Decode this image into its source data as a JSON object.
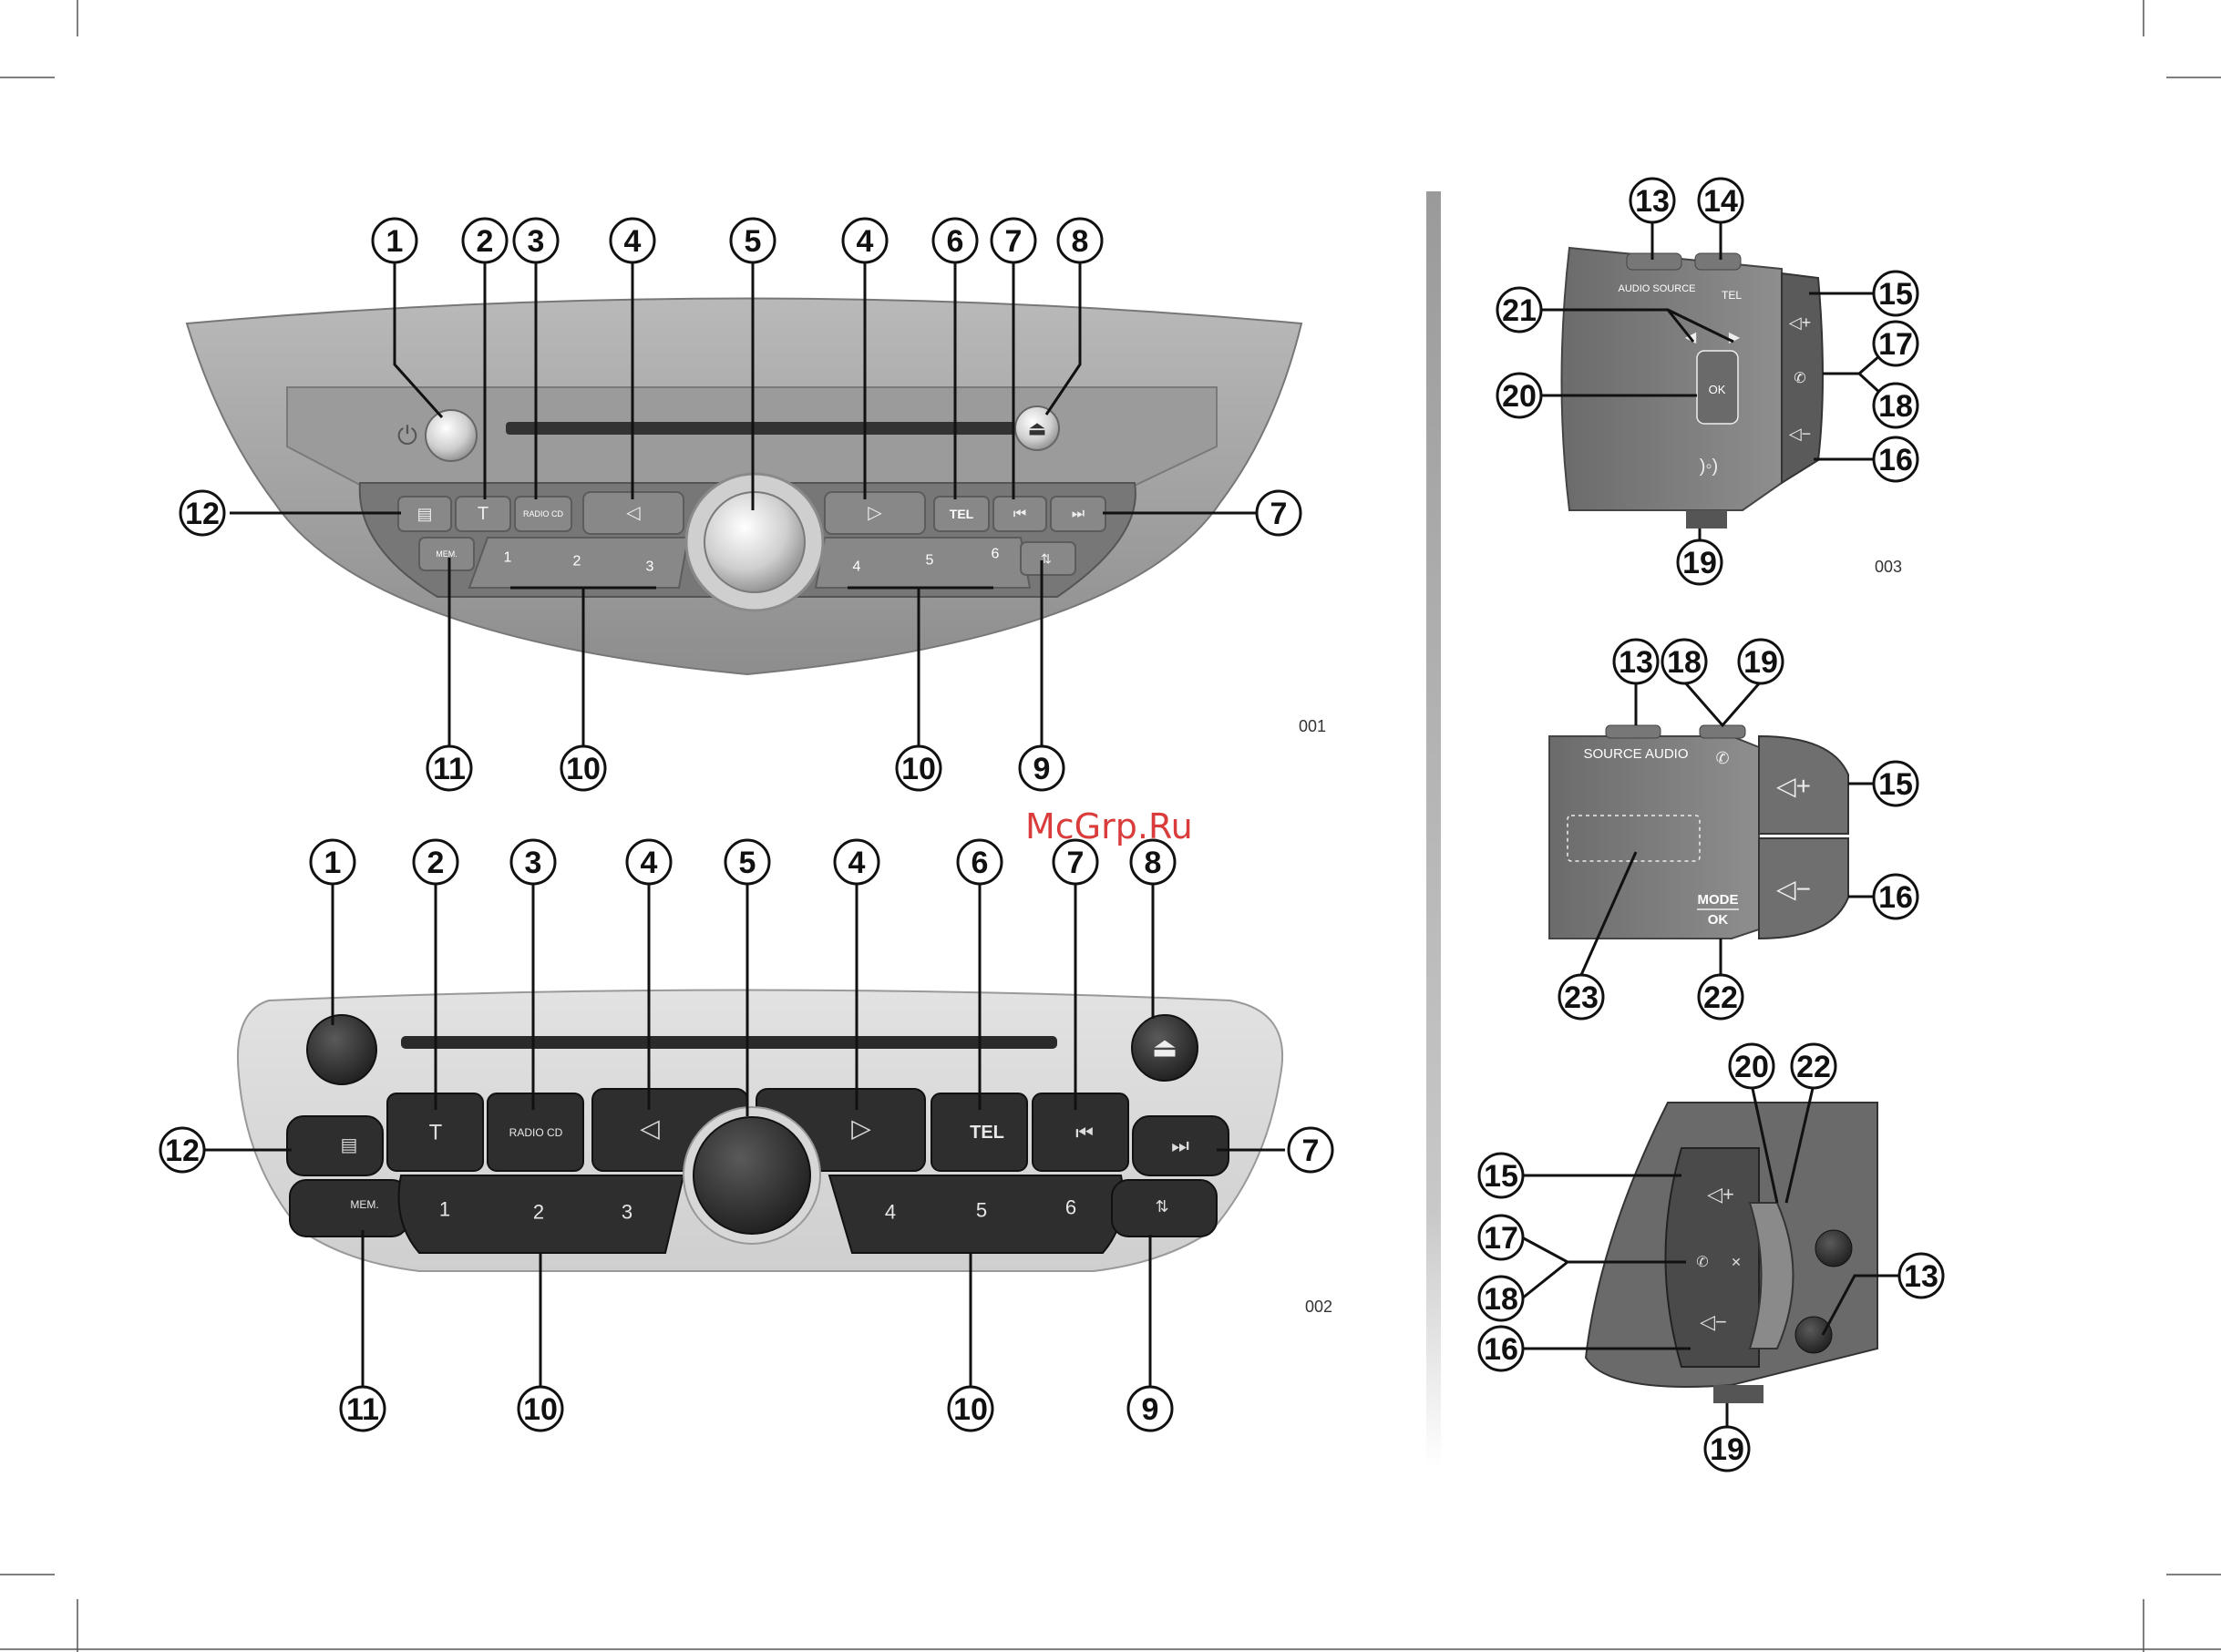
{
  "watermark": "McGrp.Ru",
  "figure_codes": {
    "fig1": "001",
    "fig2": "002",
    "fig3": "003"
  },
  "radio1": {
    "key_labels": {
      "radio_cd": "RADIO CD",
      "tel": "TEL",
      "mem": "MEM.",
      "presets": [
        "1",
        "2",
        "3",
        "4",
        "5",
        "6"
      ]
    }
  },
  "radio2": {
    "key_labels": {
      "radio_cd": "RADIO CD",
      "tel": "TEL",
      "mem": "MEM.",
      "presets": [
        "1",
        "2",
        "3",
        "4",
        "5",
        "6"
      ]
    }
  },
  "remote1": {
    "labels": {
      "audio_source": "AUDIO SOURCE",
      "tel": "TEL",
      "ok": "OK"
    }
  },
  "remote2": {
    "labels": {
      "source_audio": "SOURCE AUDIO",
      "mode": "MODE",
      "ok": "OK"
    }
  },
  "callouts": {
    "fig1": [
      "1",
      "2",
      "3",
      "4",
      "5",
      "4",
      "6",
      "7",
      "8",
      "12",
      "7",
      "11",
      "10",
      "10",
      "9"
    ],
    "fig2": [
      "1",
      "2",
      "3",
      "4",
      "5",
      "4",
      "6",
      "7",
      "8",
      "12",
      "7",
      "11",
      "10",
      "10",
      "9"
    ],
    "fig3": [
      "13",
      "14",
      "21",
      "15",
      "17",
      "20",
      "18",
      "16",
      "19"
    ],
    "fig4": [
      "13",
      "18",
      "19",
      "15",
      "16",
      "23",
      "22"
    ],
    "fig5": [
      "20",
      "22",
      "15",
      "17",
      "18",
      "16",
      "13",
      "19"
    ]
  },
  "icons": [
    "power-icon",
    "eject-icon",
    "left-arrow-icon",
    "right-arrow-icon",
    "prev-track-icon",
    "next-track-icon",
    "info-icon",
    "text-icon",
    "speaker-plus-icon",
    "speaker-minus-icon",
    "phone-icon",
    "mute-icon"
  ]
}
